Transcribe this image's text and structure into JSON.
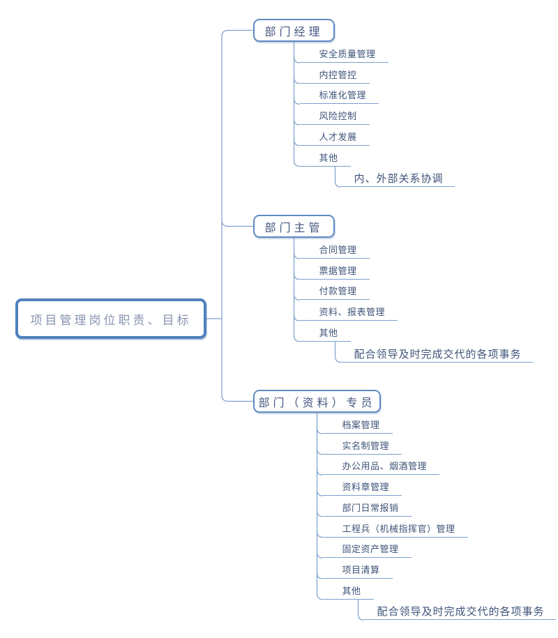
{
  "root": {
    "label": "项目管理岗位职责、目标"
  },
  "branches": [
    {
      "label": "部门经理",
      "children": [
        {
          "label": "安全质量管理"
        },
        {
          "label": "内控管控"
        },
        {
          "label": "标准化管理"
        },
        {
          "label": "风险控制"
        },
        {
          "label": "人才发展"
        },
        {
          "label": "其他"
        },
        {
          "label": "内、外部关系协调"
        }
      ]
    },
    {
      "label": "部门主管",
      "children": [
        {
          "label": "合同管理"
        },
        {
          "label": "票据管理"
        },
        {
          "label": "付款管理"
        },
        {
          "label": "资料、报表管理"
        },
        {
          "label": "其他"
        },
        {
          "label": "配合领导及时完成交代的各项事务"
        }
      ]
    },
    {
      "label": "部门（资料）专员",
      "children": [
        {
          "label": "档案管理"
        },
        {
          "label": "实名制管理"
        },
        {
          "label": "办公用品、烟酒管理"
        },
        {
          "label": "资料章管理"
        },
        {
          "label": "部门日常报销"
        },
        {
          "label": "工程兵（机械指挥官）管理"
        },
        {
          "label": "固定资产管理"
        },
        {
          "label": "项目清算"
        },
        {
          "label": "其他"
        },
        {
          "label": "配合领导及时完成交代的各项事务"
        }
      ]
    }
  ],
  "colors": {
    "line": "#7BA0CE",
    "branch_border": "#5E8AC4",
    "root_border": "#4F81BD",
    "item_text": "#3E5378",
    "branch_text": "#44567E",
    "root_text": "#8893B0",
    "background": "#FFFFFF"
  }
}
